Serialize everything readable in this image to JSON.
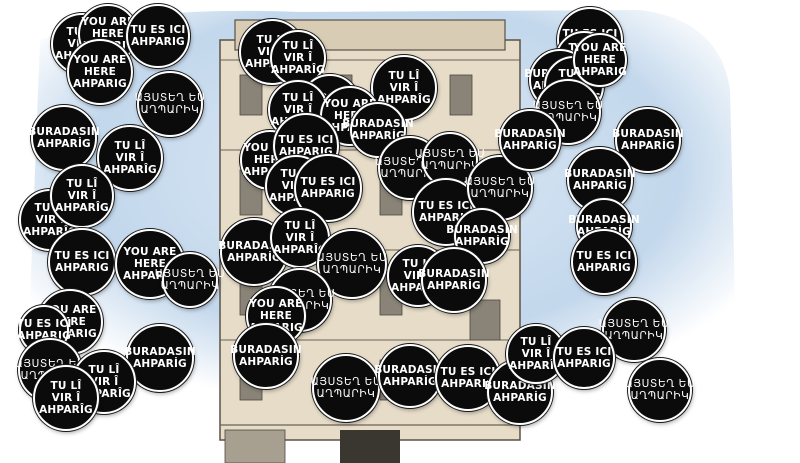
{
  "colors": {
    "badge_fill": "#0b0b0b",
    "badge_text": "#ffffff",
    "sky": "#c9dcef",
    "facade": "#e6dcc8"
  },
  "badge_types": {
    "tr": [
      "BURADASIN",
      "AHPARİG"
    ],
    "en": [
      "YOU ARE",
      "HERE",
      "AHPARIG"
    ],
    "fr": [
      "TU ES ICI",
      "AHPARIG"
    ],
    "ku": [
      "TU LÎ",
      "VIR Î",
      "AHPARÎG"
    ],
    "hy": [
      "ԱՅՍՏԵՂ ԵՍ",
      "ԱՂՊԱՐԻԿ"
    ]
  }
}
